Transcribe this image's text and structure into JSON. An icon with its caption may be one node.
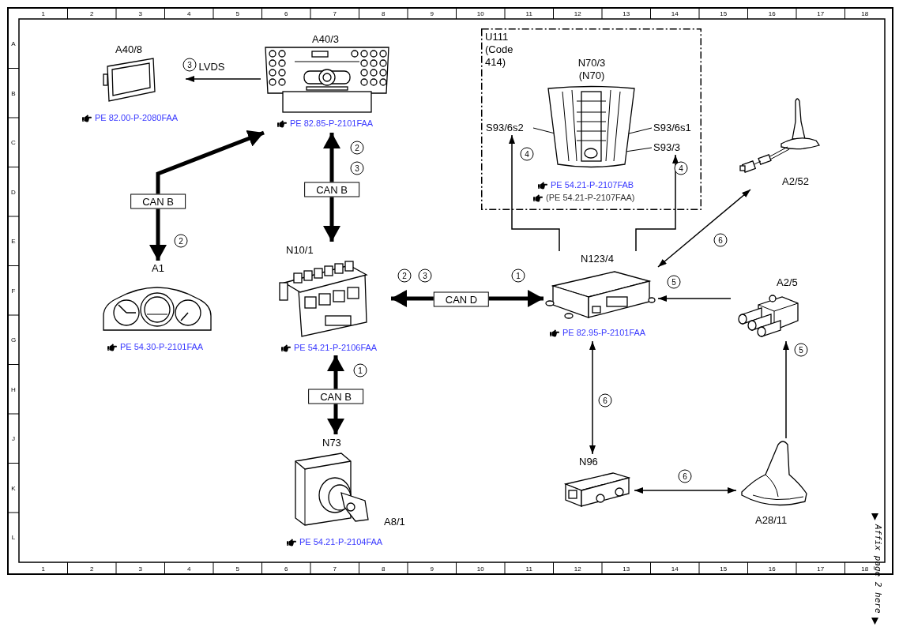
{
  "diagram": {
    "nodes": [
      {
        "text": [
          "A40/8",
          "PE 82.00-P-2080FAA"
        ]
      },
      {
        "text": [
          "A40/3",
          "PE 82.85-P-2101FAA"
        ]
      },
      {
        "text": [
          "A1",
          "PE 54.30-P-2101FAA"
        ]
      },
      {
        "text": [
          "N10/1",
          "PE 54.21-P-2106FAA"
        ]
      },
      {
        "text": [
          "N73",
          "A8/1",
          "PE 54.21-P-2104FAA"
        ]
      },
      {
        "text": [
          "U111 (Code 414)"
        ]
      },
      {
        "text": [
          "N70/3 (N70)",
          "PE 54.21-P-2107FAB",
          "(PE 54.21-P-2107FAA)"
        ],
        "in": 5
      },
      {
        "text": [
          "S93/6s2"
        ],
        "in": 5
      },
      {
        "text": [
          "S93/6s1"
        ],
        "in": 5
      },
      {
        "text": [
          "S93/3"
        ],
        "in": 5
      },
      {
        "text": [
          "N123/4",
          "PE 82.95-P-2101FAA"
        ]
      },
      {
        "text": [
          "A2/52"
        ]
      },
      {
        "text": [
          "A2/5"
        ]
      },
      {
        "text": [
          "N96"
        ]
      },
      {
        "text": [
          "A28/11"
        ]
      }
    ],
    "edges": [
      {
        "from": 1,
        "to": 0,
        "arrow": "to",
        "label": "LVDS"
      },
      {
        "from": 2,
        "to": 1,
        "arrow": "both",
        "label": "CAN B",
        "style": "thick"
      },
      {
        "from": 1,
        "to": 3,
        "arrow": "both",
        "label": "CAN B",
        "style": "thick"
      },
      {
        "from": 3,
        "to": 10,
        "arrow": "both",
        "label": "CAN D",
        "style": "thick"
      },
      {
        "from": 3,
        "to": 4,
        "arrow": "both",
        "label": "CAN B",
        "style": "thick"
      },
      {
        "from": 10,
        "to": 7,
        "arrow": "to"
      },
      {
        "from": 10,
        "to": 9,
        "arrow": "to"
      },
      {
        "from": 10,
        "to": 11,
        "arrow": "both"
      },
      {
        "from": 12,
        "to": 10,
        "arrow": "to"
      },
      {
        "from": 10,
        "to": 13,
        "arrow": "both"
      },
      {
        "from": 13,
        "to": 14,
        "arrow": "both"
      },
      {
        "from": 14,
        "to": 12,
        "arrow": "to"
      },
      {
        "from": 7,
        "to": 6,
        "arrow": "none"
      },
      {
        "from": 8,
        "to": 6,
        "arrow": "none"
      },
      {
        "from": 9,
        "to": 6,
        "arrow": "none"
      }
    ],
    "labels": [
      "1",
      "2",
      "3",
      "4",
      "5",
      "6",
      "7",
      "8",
      "9",
      "10",
      "11",
      "12",
      "13",
      "14",
      "15",
      "16",
      "17",
      "18",
      "A",
      "B",
      "C",
      "D",
      "E",
      "F",
      "G",
      "H",
      "J",
      "K",
      "L",
      "3",
      "2",
      "4",
      "3",
      "4",
      "2",
      "6",
      "2",
      "3",
      "1",
      "5",
      "5",
      "1",
      "6",
      "6",
      "1",
      "2",
      "3",
      "4",
      "5",
      "6",
      "7",
      "8",
      "9",
      "10",
      "11",
      "12",
      "13",
      "14",
      "15",
      "16",
      "17",
      "18",
      "Affix page 2 here"
    ]
  }
}
